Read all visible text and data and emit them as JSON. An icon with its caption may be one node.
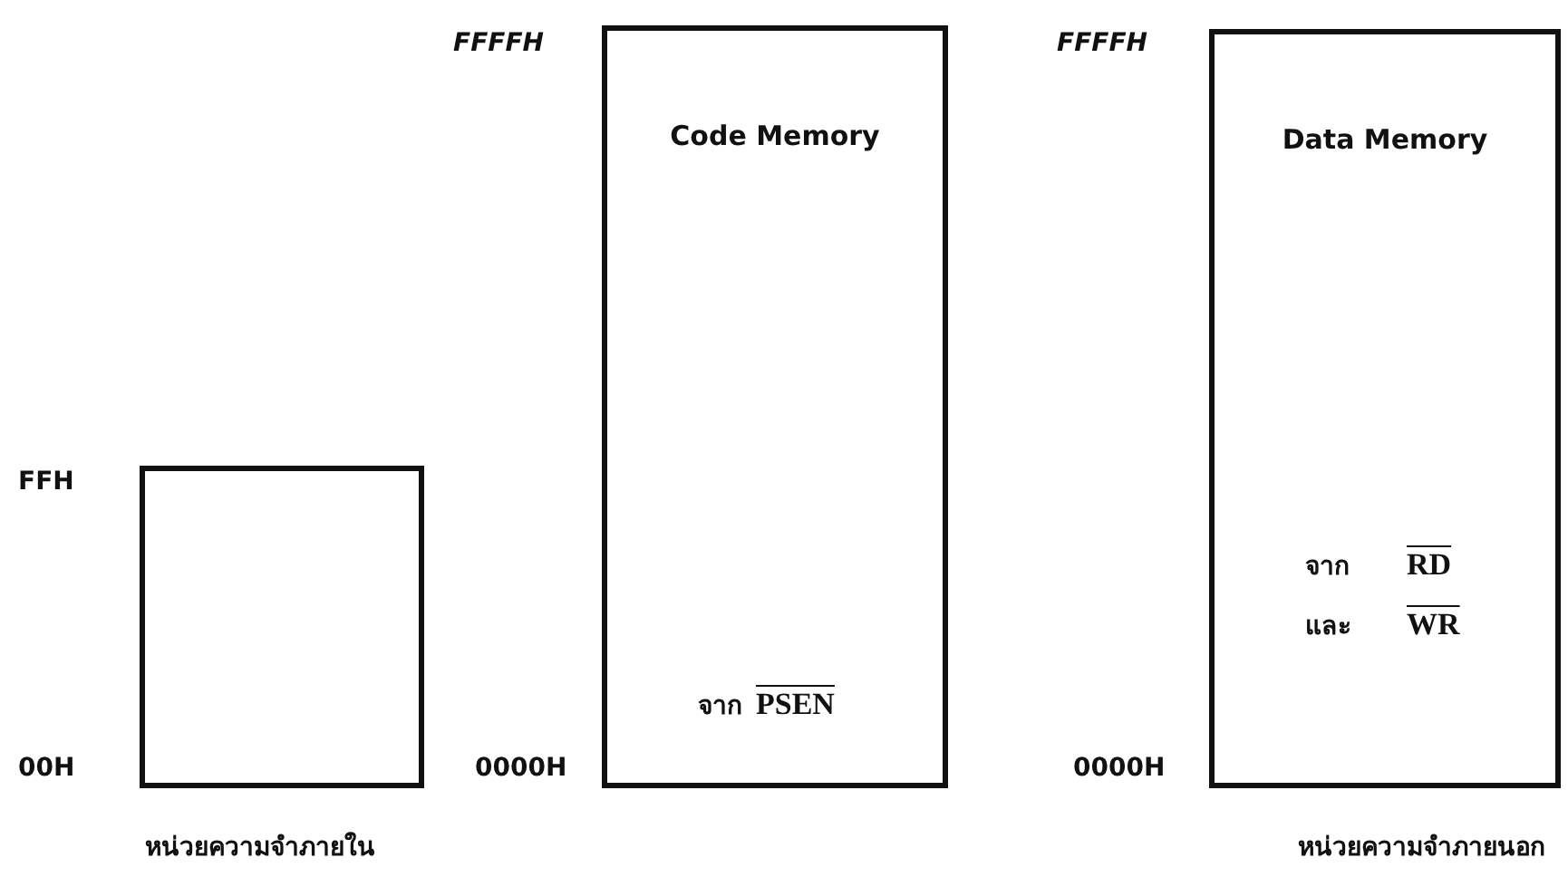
{
  "diagram": {
    "nodes": [
      {
        "text": [],
        "shape": "box",
        "beside": [
          "หน่วยความจำภายใน"
        ]
      },
      {
        "text": [
          "Code Memory",
          "จาก",
          "PSEN"
        ]
      },
      {
        "text": [
          "Data Memory",
          "จาก",
          "RD",
          "และ",
          "WR"
        ],
        "beside": [
          "หน่วยความจำภายนอก"
        ]
      }
    ],
    "edges": [],
    "labels": [
      "FFFFH",
      "FFFFH",
      "FFH",
      "00H",
      "0000H",
      "0000H"
    ]
  }
}
